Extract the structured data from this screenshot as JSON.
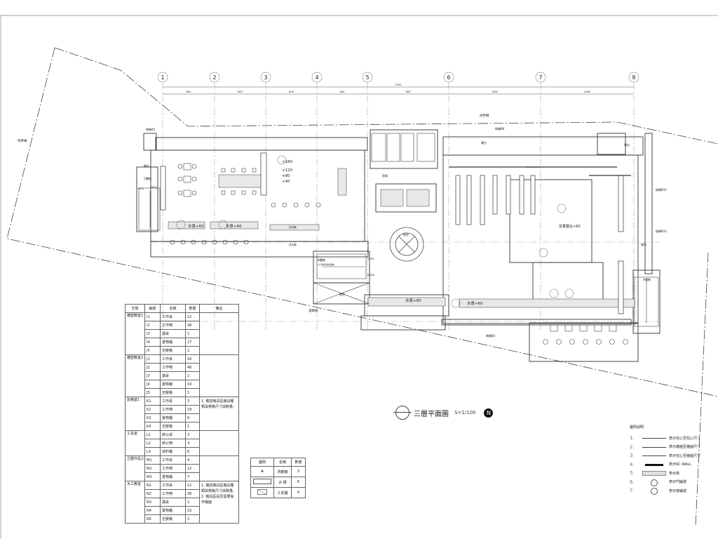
{
  "drawing": {
    "title": "三層平面圖",
    "scale": "S=1/100",
    "north_icon": "north-arrow-icon"
  },
  "grid": {
    "columns": [
      "1",
      "2",
      "3",
      "4",
      "5",
      "6",
      "7",
      "8"
    ],
    "overall_dimension": "3330",
    "span_dimensions": [
      "600",
      "600",
      "600",
      "600",
      "800",
      "1080",
      "1080"
    ]
  },
  "labels": {
    "site_line_top": "地界線",
    "site_line_left": "地界線",
    "site_line_bottom": "道路線",
    "window_a5": "格柵A5",
    "window_b9": "格柵B9",
    "window_b10_1": "格柵B10",
    "window_b10_2": "格柵B10",
    "window_b3": "格柵B3",
    "balcony_left": "陽台",
    "balcony_top": "陽台",
    "balcony_right_top": "陽台",
    "balcony_right": "陽台",
    "stair_c": "C樓梯",
    "stair_a": "A樓梯",
    "stair_b": "B樓梯",
    "stair_b_sub": "(人貨梯/消防電梯)",
    "toilet_m": "男廁",
    "void_center": "挑空",
    "void_stair": "挑空",
    "water1": "水景+60",
    "water2": "水景+60",
    "water3": "水景+60",
    "water4": "水景+60",
    "platform": "花香園台+60",
    "level_160": "+160",
    "level_120": "+120",
    "level_80": "+80",
    "level_40": "+40",
    "up24": "UP24",
    "dn24": "DN24",
    "up26": "UP26",
    "dn26": "DN26",
    "ha1": "扶手欄",
    "ha2": "扶手欄"
  },
  "schedule": {
    "headers": [
      "空間",
      "編號",
      "名稱",
      "數量",
      "備註"
    ],
    "groups": [
      {
        "space": "雕塑教室1",
        "note": "",
        "items": [
          [
            "I1",
            "工作桌",
            "12"
          ],
          [
            "I2",
            "工作椅",
            "36"
          ],
          [
            "I3",
            "講桌",
            "1"
          ],
          [
            "I4",
            "置物櫃",
            "17"
          ],
          [
            "I5",
            "空壓機",
            "1"
          ]
        ]
      },
      {
        "space": "雕塑教室2",
        "note": "",
        "items": [
          [
            "J1",
            "工作桌",
            "16"
          ],
          [
            "J2",
            "工作椅",
            "48"
          ],
          [
            "J3",
            "講桌",
            "1"
          ],
          [
            "J4",
            "置物櫃",
            "19"
          ],
          [
            "J5",
            "空壓機",
            "1"
          ]
        ]
      },
      {
        "space": "設備室1",
        "note": "1. 確認機具區機具種類與規格尺寸與數量。",
        "items": [
          [
            "K1",
            "工作桌",
            "3"
          ],
          [
            "K2",
            "工作椅",
            "18"
          ],
          [
            "K3",
            "置物櫃",
            "6"
          ],
          [
            "K4",
            "空壓機",
            "1"
          ]
        ]
      },
      {
        "space": "工具室",
        "note": "",
        "items": [
          [
            "L1",
            "辦公桌",
            "3"
          ],
          [
            "L2",
            "辦公椅",
            "3"
          ],
          [
            "L3",
            "資料櫃",
            "6"
          ]
        ]
      },
      {
        "space": "立體作品工作室",
        "note": "",
        "items": [
          [
            "M1",
            "工作桌",
            "4"
          ],
          [
            "M2",
            "工作椅",
            "12"
          ],
          [
            "M3",
            "置物櫃",
            "7"
          ]
        ]
      },
      {
        "space": "木工教室",
        "note": "1. 確認機具區機具種類與規格尺寸與數量。 2. 機具區是否需要操作檯面",
        "items": [
          [
            "N1",
            "工作桌",
            "12"
          ],
          [
            "N2",
            "工作椅",
            "36"
          ],
          [
            "N3",
            "講桌",
            "1"
          ],
          [
            "N4",
            "置物櫃",
            "15"
          ],
          [
            "N5",
            "空壓機",
            "1"
          ]
        ]
      }
    ]
  },
  "legend_table": {
    "headers": [
      "圖例",
      "名稱",
      "數量"
    ],
    "rows": [
      {
        "icon": "eyewash-icon",
        "name": "洗眼機",
        "qty": "3"
      },
      {
        "icon": "sink-icon",
        "name": "水 槽",
        "qty": "6"
      },
      {
        "icon": "safety-cabinet-icon",
        "name": "工安櫃",
        "qty": "4"
      }
    ]
  },
  "key": {
    "title": "圖例說明",
    "items": [
      {
        "num": "1.",
        "label": "表示柱心至柱心尺寸",
        "icon": "dim-column-column-icon"
      },
      {
        "num": "2.",
        "label": "表示牆面至牆面尺寸",
        "icon": "dim-wall-wall-icon"
      },
      {
        "num": "3.",
        "label": "表示柱心至牆面尺寸",
        "icon": "dim-column-wall-icon"
      },
      {
        "num": "4.",
        "label": "表示RC WALL",
        "icon": "rc-wall-icon"
      },
      {
        "num": "5.",
        "label": "表示樑",
        "icon": "beam-icon"
      },
      {
        "num": "6.",
        "label": "表示門編號",
        "icon": "door-tag-icon"
      },
      {
        "num": "7.",
        "label": "表示窗編號",
        "icon": "window-tag-icon"
      }
    ]
  },
  "colors": {
    "line": "#333333",
    "light": "#999999",
    "fill": "#e6e6e6"
  }
}
